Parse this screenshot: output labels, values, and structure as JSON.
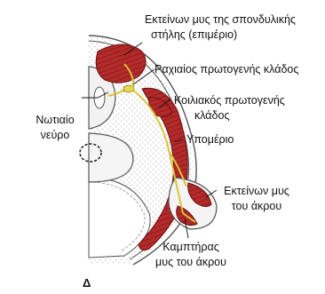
{
  "labels": {
    "extensors_spine_1": "Εκτείνων μυς της σπονδυλικής",
    "extensors_spine_2": "στήλης (επιμέριο)",
    "dorsal_ramus": "Ραχιαίος πρωτογενής κλάδος",
    "spinal_nerve_1": "Νωτιαίο",
    "spinal_nerve_2": "νεύρο",
    "ventral_ramus_1": "Κοιλιακός πρωτογενής",
    "ventral_ramus_2": "κλάδος",
    "hypomere": "Υπομέριο",
    "limb_extensor_1": "Εκτείνων μυς",
    "limb_extensor_2": "του άκρου",
    "limb_flexor_1": "Καμπτήρας",
    "limb_flexor_2": "μυς του άκρου",
    "panel": "Δ"
  },
  "colors": {
    "muscle": "#b32a2a",
    "muscle_stripe": "#7a1414",
    "nerve": "#e8d84a",
    "outline": "#555555",
    "tissue_dots": "#c8c8c8"
  }
}
